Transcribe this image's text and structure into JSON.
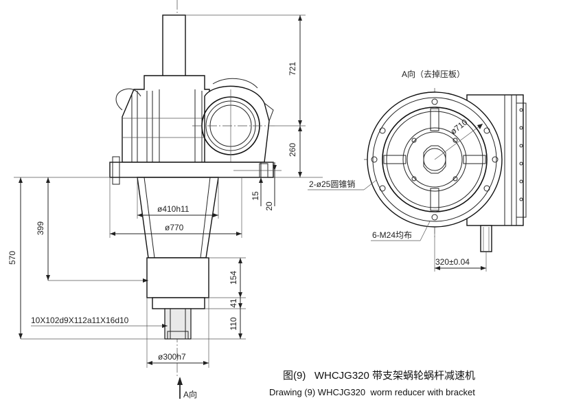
{
  "labels": {
    "dim_721": "721",
    "dim_260": "260",
    "dim_15": "15",
    "dim_20": "20",
    "dim_399": "399",
    "dim_570": "570",
    "dim_154": "154",
    "dim_41": "41",
    "dim_110": "110",
    "dia_410": "ø410h11",
    "dia_770": "ø770",
    "dia_300": "ø300h7",
    "spline": "10X102d9X112a11X16d10",
    "view_a_bottom": "A向",
    "view_a_title": "A向（去掉压板）",
    "pin_label": "2-ø25圆锥销",
    "bolt_label": "6-M24均布",
    "dia_710": "ø710",
    "dim_320": "320±0.04"
  },
  "caption": {
    "zh": "图(9)   WHCJG320 带支架蜗轮蜗杆减速机",
    "en": "Drawing (9) WHCJG320  worm reducer with bracket"
  }
}
